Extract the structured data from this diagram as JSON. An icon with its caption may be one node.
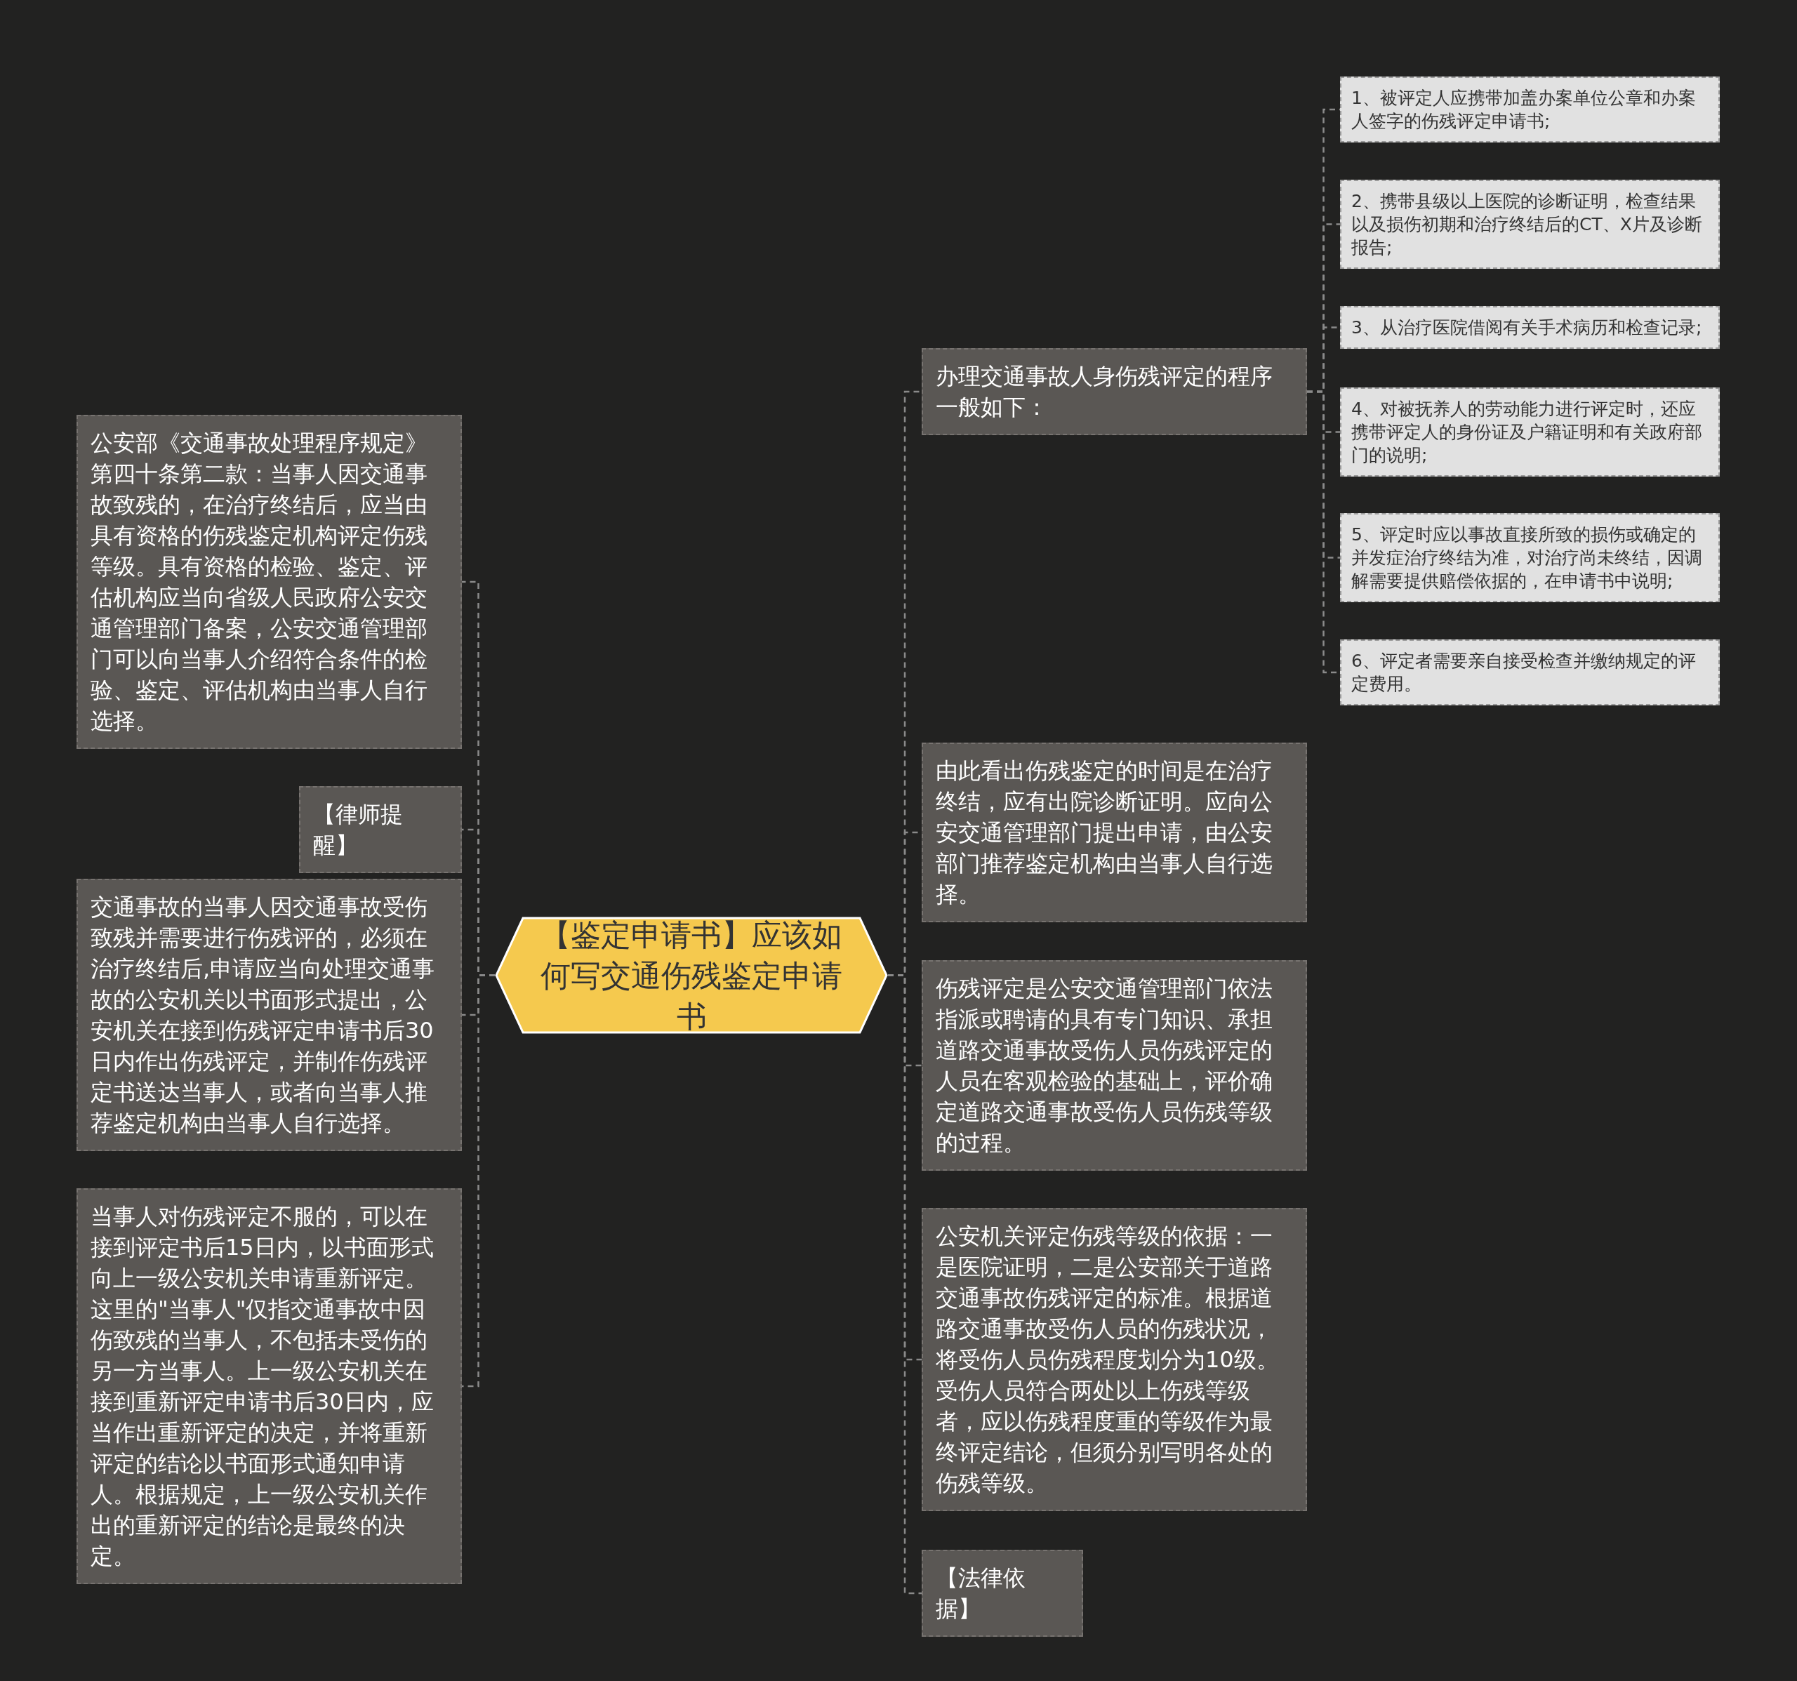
{
  "diagram": {
    "nodes": [
      {
        "text": [
          "【鉴定申请书】应该如何写交通伤残鉴定申请书"
        ]
      },
      {
        "text": [
          "公安部《交通事故处理程序规定》第四十条第二款：当事人因交通事故致残的，在治疗终结后，应当由具有资格的伤残鉴定机构评定伤残等级。具有资格的检验、鉴定、评估机构应当向省级人民政府公安交通管理部门备案，公安交通管理部门可以向当事人介绍符合条件的检验、鉴定、评估机构由当事人自行选择。"
        ]
      },
      {
        "text": [
          "【律师提醒】"
        ]
      },
      {
        "text": [
          "交通事故的当事人因交通事故受伤致残并需要进行伤残评的，必须在治疗终结后,申请应当向处理交通事故的公安机关以书面形式提出，公安机关在接到伤残评定申请书后30日内作出伤残评定，并制作伤残评定书送达当事人，或者向当事人推荐鉴定机构由当事人自行选择。"
        ]
      },
      {
        "text": [
          "当事人对伤残评定不服的，可以在接到评定书后15日内，以书面形式向上一级公安机关申请重新评定。这里的\"当事人\"仅指交通事故中因伤致残的当事人，不包括未受伤的另一方当事人。上一级公安机关在接到重新评定申请书后30日内，应当作出重新评定的决定，并将重新评定的结论以书面形式通知申请人。根据规定，上一级公安机关作出的重新评定的结论是最终的决定。"
        ]
      },
      {
        "text": [
          "办理交通事故人身伤残评定的程序一般如下："
        ]
      },
      {
        "text": [
          "1、被评定人应携带加盖办案单位公章和办案人签字的伤残评定申请书;"
        ]
      },
      {
        "text": [
          "2、携带县级以上医院的诊断证明，检查结果以及损伤初期和治疗终结后的CT、X片及诊断报告;"
        ]
      },
      {
        "text": [
          "3、从治疗医院借阅有关手术病历和检查记录;"
        ]
      },
      {
        "text": [
          "4、对被抚养人的劳动能力进行评定时，还应携带评定人的身份证及户籍证明和有关政府部门的说明;"
        ]
      },
      {
        "text": [
          "5、评定时应以事故直接所致的损伤或确定的并发症治疗终结为准，对治疗尚未终结，因调解需要提供赔偿依据的，在申请书中说明;"
        ]
      },
      {
        "text": [
          "6、评定者需要亲自接受检查并缴纳规定的评定费用。"
        ]
      },
      {
        "text": [
          "由此看出伤残鉴定的时间是在治疗终结，应有出院诊断证明。应向公安交通管理部门提出申请，由公安部门推荐鉴定机构由当事人自行选择。"
        ]
      },
      {
        "text": [
          "伤残评定是公安交通管理部门依法指派或聘请的具有专门知识、承担道路交通事故受伤人员伤残评定的人员在客观检验的基础上，评价确定道路交通事故受伤人员伤残等级的过程。"
        ]
      },
      {
        "text": [
          "公安机关评定伤残等级的依据：一是医院证明，二是公安部关于道路交通事故伤残评定的标准。根据道路交通事故受伤人员的伤残状况，将受伤人员伤残程度划分为10级。受伤人员符合两处以上伤残等级者，应以伤残程度重的等级作为最终评定结论，但须分别写明各处的伤残等级。"
        ]
      },
      {
        "text": [
          "【法律依据】"
        ]
      }
    ],
    "edges": [
      {
        "from": 0,
        "to": 1,
        "arrow": "none"
      },
      {
        "from": 0,
        "to": 2,
        "arrow": "none"
      },
      {
        "from": 0,
        "to": 3,
        "arrow": "none"
      },
      {
        "from": 0,
        "to": 4,
        "arrow": "none"
      },
      {
        "from": 0,
        "to": 5,
        "arrow": "none"
      },
      {
        "from": 5,
        "to": 6,
        "arrow": "none"
      },
      {
        "from": 5,
        "to": 7,
        "arrow": "none"
      },
      {
        "from": 5,
        "to": 8,
        "arrow": "none"
      },
      {
        "from": 5,
        "to": 9,
        "arrow": "none"
      },
      {
        "from": 5,
        "to": 10,
        "arrow": "none"
      },
      {
        "from": 5,
        "to": 11,
        "arrow": "none"
      },
      {
        "from": 0,
        "to": 12,
        "arrow": "none"
      },
      {
        "from": 0,
        "to": 13,
        "arrow": "none"
      },
      {
        "from": 0,
        "to": 14,
        "arrow": "none"
      },
      {
        "from": 0,
        "to": 15,
        "arrow": "none"
      }
    ]
  }
}
